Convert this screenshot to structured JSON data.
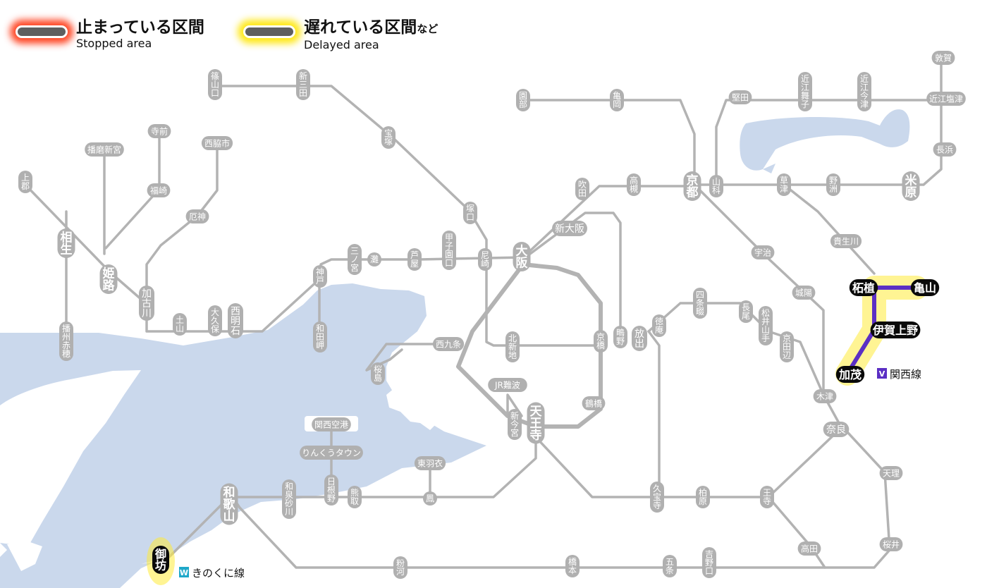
{
  "legend": {
    "stopped": {
      "ja": "止まっている区間",
      "en": "Stopped area",
      "color": "#ff2800"
    },
    "delayed": {
      "ja": "遅れている区間",
      "ja_suffix": "など",
      "en": "Delayed area",
      "color": "#ffe600"
    }
  },
  "line_labels": {
    "kansai": {
      "badge": "V",
      "name": "関西線",
      "color": "#5b2fc4"
    },
    "kinokuni": {
      "badge": "W",
      "name": "きのくに線",
      "color": "#1fa8c9"
    }
  },
  "stations": {
    "sasayamaguchi": "篠山口",
    "shinsanda": "新三田",
    "sonobe": "園部",
    "kameoka": "亀岡",
    "katata": "堅田",
    "omimaiko": "近江舞子",
    "omiimazu": "近江今津",
    "tsuruga": "敦賀",
    "omishiotsu": "近江塩津",
    "nagahama": "長浜",
    "maibara": "米原",
    "yasu": "野洲",
    "kusatsu": "草津",
    "yamashina": "山科",
    "kyoto": "京都",
    "takatsuki": "高槻",
    "suita": "吹田",
    "shinosaka": "新大阪",
    "takarazuka": "宝塚",
    "tsukaguchi": "塚口",
    "amagasaki": "尼崎",
    "koshienguchi": "甲子園口",
    "ashiya": "芦屋",
    "nada": "灘",
    "sannomiya": "三ノ宮",
    "kobe": "神戸",
    "wadamisaki": "和田岬",
    "nishiakashi": "西明石",
    "okubo": "大久保",
    "doyama": "土山",
    "kakogawa": "加古川",
    "yakujin": "厄神",
    "nishiwakishi": "西脇市",
    "teramae": "寺前",
    "fukusaki": "福崎",
    "harimashingu": "播磨新宮",
    "kamigori": "上郡",
    "aioi": "相生",
    "himeji": "姫路",
    "banshuako": "播州赤穂",
    "osaka": "大阪",
    "nishikujo": "西九条",
    "sakurajima": "桜島",
    "kitashinchi": "北新地",
    "kyobashi": "京橋",
    "hanaten": "放出",
    "shigino": "鴫野",
    "tsuruhashi": "鶴橋",
    "tennoji": "天王寺",
    "shinimamiya": "新今宮",
    "jrnamba": "JR難波",
    "kansaiairport": "関西空港",
    "rinkutown": "りんくうタウン",
    "hineno": "日根野",
    "kumatori": "熊取",
    "otori": "鳳",
    "higashihagoromo": "東羽衣",
    "izumisunagawa": "和泉砂川",
    "wakayama": "和歌山",
    "gobo": "御坊",
    "kokawa": "粉河",
    "hashimoto": "橋本",
    "gojo": "五条",
    "yoshinoguchi": "吉野口",
    "takada": "高田",
    "oji": "王寺",
    "kashiwara": "柏原",
    "kyuhoji": "久宝寺",
    "nara": "奈良",
    "tenri": "天理",
    "sakurai": "桜井",
    "kizu": "木津",
    "kyotanabe": "京田辺",
    "matsuiyamate": "松井山手",
    "nagao": "長尾",
    "shijonawate": "四条畷",
    "tokuan": "徳庵",
    "uji": "宇治",
    "joyo": "城陽",
    "kibukawa": "貴生川",
    "tsuge": "柘植",
    "kameyama": "亀山",
    "igaueno": "伊賀上野",
    "kamo": "加茂"
  }
}
